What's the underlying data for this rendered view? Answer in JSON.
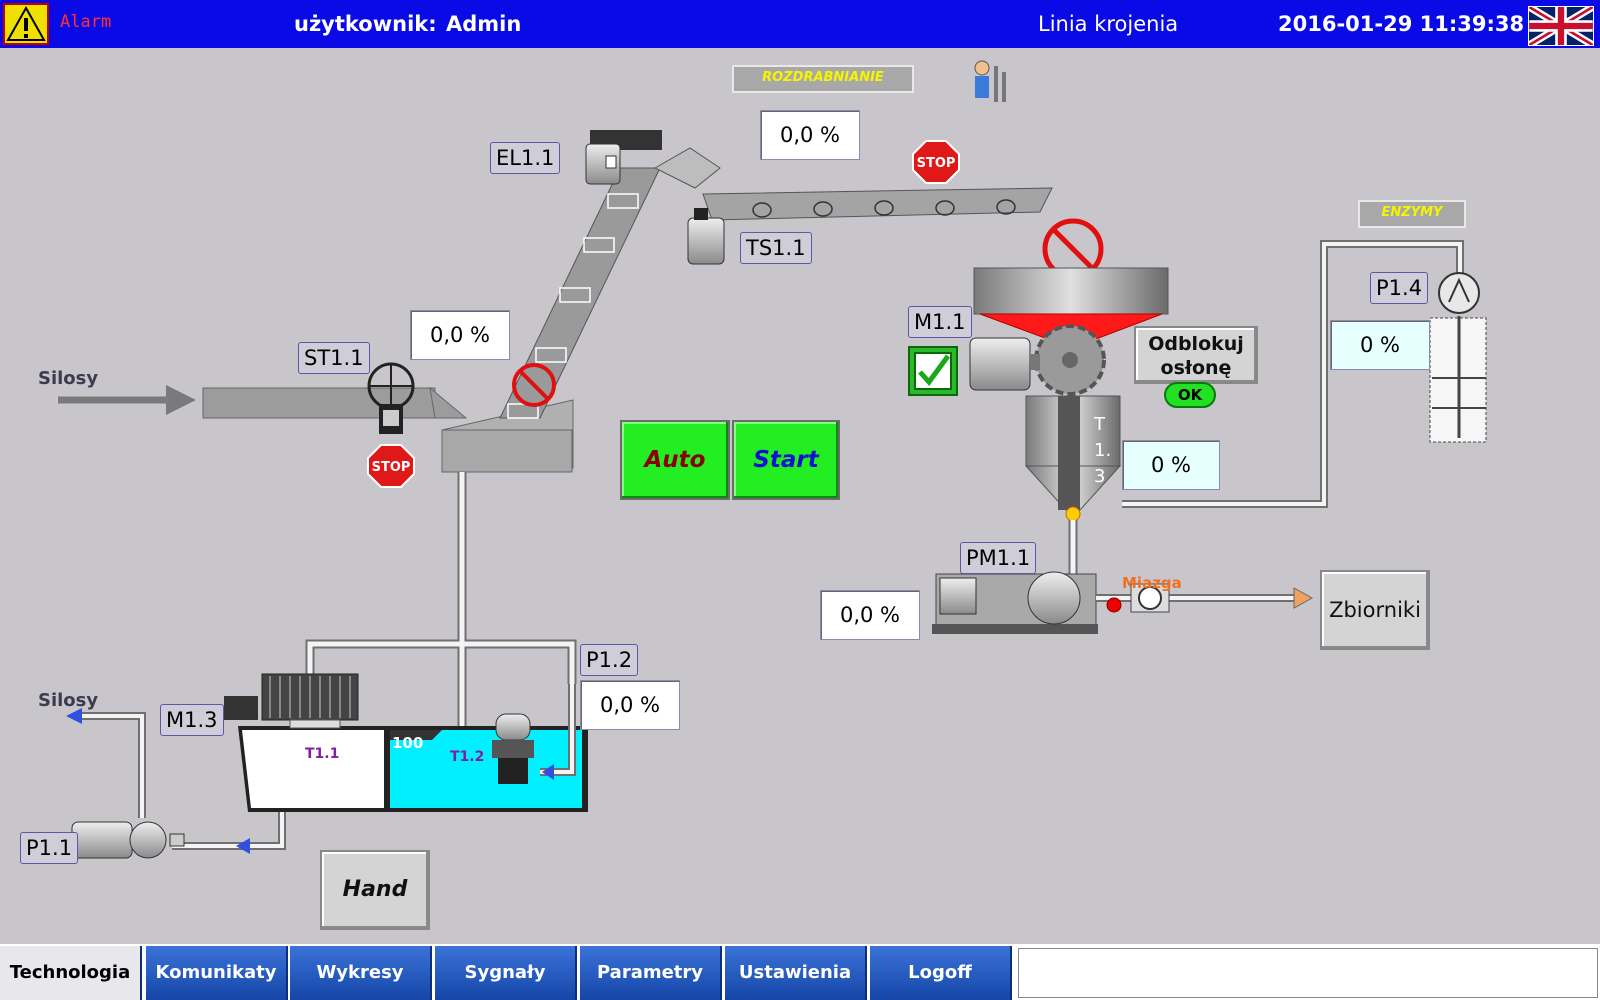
{
  "header": {
    "alarm_label": "Alarm",
    "user_caption": "użytkownik:",
    "user_name": "Admin",
    "line_name": "Linia krojenia",
    "datetime": "2016-01-29 11:39:38"
  },
  "process": {
    "section_rozdrabnianie": "ROZDRABNIANIE",
    "section_enzymy": "ENZYMY",
    "silosy_in": "Silosy",
    "silosy_out": "Silosy",
    "miazga": "Miazga",
    "tank_t11": "T1.1",
    "tank_t12": "T1.2",
    "tank_level_mark": "100",
    "t13_vertical": "T 1. 3",
    "tags": {
      "el11": "EL1.1",
      "ts11": "TS1.1",
      "st11": "ST1.1",
      "m11": "M1.1",
      "p14": "P1.4",
      "pm11": "PM1.1",
      "p12": "P1.2",
      "m13": "M1.3",
      "p11": "P1.1"
    },
    "values": {
      "rozdrabnianie": "0,0 %",
      "st11": "0,0 %",
      "p14": "0 %",
      "t13": "0 %",
      "pm11": "0,0 %",
      "p12": "0,0 %"
    },
    "stop_label": "STOP",
    "ok_label": "OK"
  },
  "buttons": {
    "auto": "Auto",
    "start": "Start",
    "odblokuj": "Odblokuj osłonę",
    "zbiorniki": "Zbiorniki",
    "hand": "Hand"
  },
  "nav": {
    "tabs": [
      "Technologia",
      "Komunikaty",
      "Wykresy",
      "Sygnały",
      "Parametry",
      "Ustawienia",
      "Logoff"
    ],
    "active": "Technologia"
  },
  "colors": {
    "header_bg": "#0a0ae6",
    "background": "#c8c6ca",
    "button_green": "#22ee22",
    "tank_water": "#00f0ff",
    "hopper_red": "#ff1a1a",
    "nav_blue": "#1a4fb8"
  }
}
